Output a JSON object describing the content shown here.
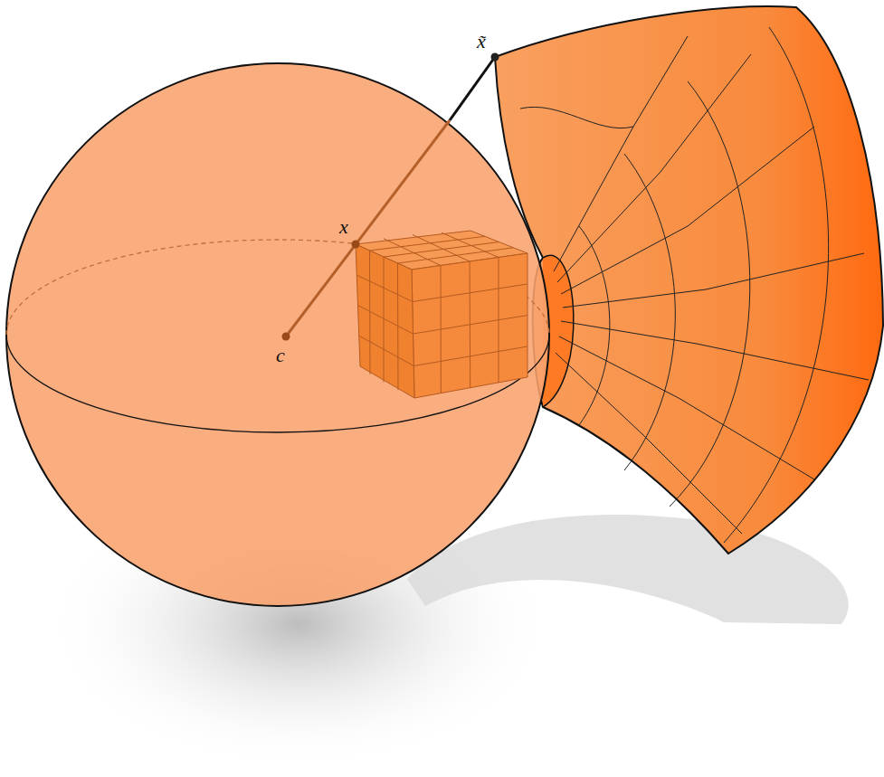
{
  "diagram": {
    "labels": [
      "c",
      "x",
      "x̃"
    ]
  }
}
